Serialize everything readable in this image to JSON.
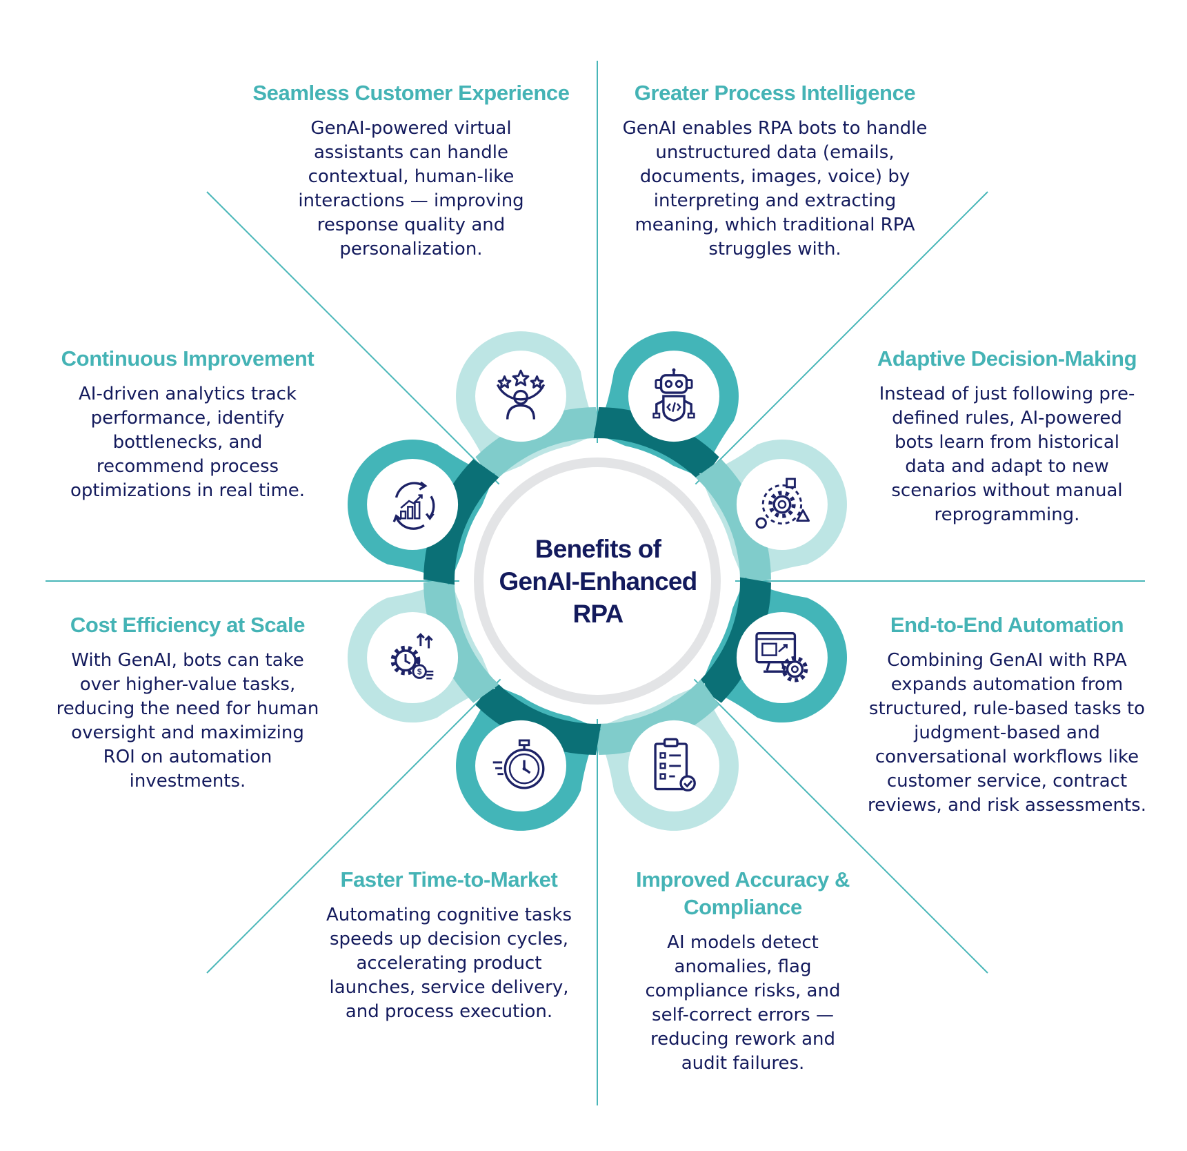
{
  "center": {
    "line1": "Benefits of",
    "line2": "GenAI-Enhanced",
    "line3": "RPA"
  },
  "benefits": [
    {
      "title": "Seamless Customer Experience",
      "body": "GenAI-powered virtual assistants can handle contextual, human-like interactions — improving response quality and personalization.",
      "icon": "customer-rating-icon"
    },
    {
      "title": "Greater Process Intelligence",
      "body": "GenAI enables RPA bots to handle unstructured data (emails, documents, images, voice) by interpreting and extracting meaning, which traditional RPA struggles with.",
      "icon": "robot-icon"
    },
    {
      "title": "Adaptive Decision-Making",
      "body": "Instead of just following pre-defined rules, AI-powered bots learn from historical data and adapt to new scenarios without manual reprogramming.",
      "icon": "adaptive-gear-cycle-icon"
    },
    {
      "title": "End-to-End Automation",
      "body": "Combining GenAI with RPA expands automation from structured, rule-based tasks to judgment-based and conversational workflows like customer service, contract reviews, and risk assessments.",
      "icon": "monitor-gear-icon"
    },
    {
      "title": "Improved Accuracy & Compliance",
      "body": "AI models detect anomalies, flag compliance risks, and self-correct errors — reducing rework and audit failures.",
      "icon": "clipboard-check-icon"
    },
    {
      "title": "Faster Time-to-Market",
      "body": "Automating cognitive tasks speeds up decision cycles, accelerating product launches, service delivery, and process execution.",
      "icon": "stopwatch-icon"
    },
    {
      "title": "Cost Efficiency at Scale",
      "body": "With GenAI, bots can take over higher-value tasks, reducing the need for human oversight and maximizing ROI on automation investments.",
      "icon": "cost-efficiency-icon"
    },
    {
      "title": "Continuous Improvement",
      "body": "AI-driven analytics track performance, identify bottlenecks, and recommend process optimizations in real time.",
      "icon": "growth-cycle-icon"
    }
  ],
  "colors": {
    "title_teal": "#44b3b5",
    "body_navy": "#131a5c",
    "petal_dark": "#43b5b8",
    "petal_light": "#bde5e4",
    "ring_dark": "#0b7076",
    "ring_light": "#80cccb",
    "divider": "#48b6b8",
    "hub_ring": "#e3e4e6",
    "icon_navy": "#1d2266"
  }
}
